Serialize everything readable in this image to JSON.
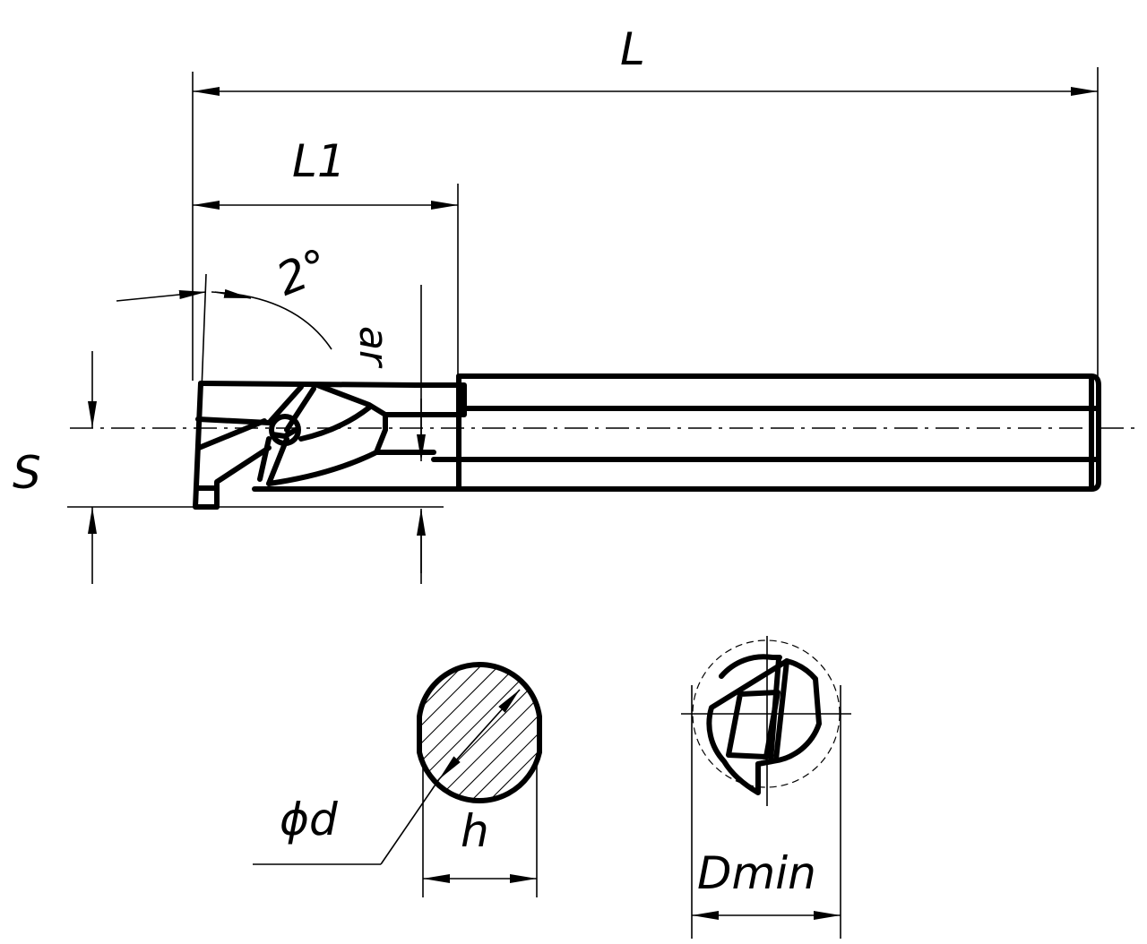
{
  "labels": {
    "L": "L",
    "L1": "L1",
    "angle": "2°",
    "ar": "ar",
    "S": "S",
    "d": "ϕd",
    "h": "h",
    "Dmin": "Dmin"
  },
  "icons": {
    "arrowhead": "filled-arrowhead"
  }
}
